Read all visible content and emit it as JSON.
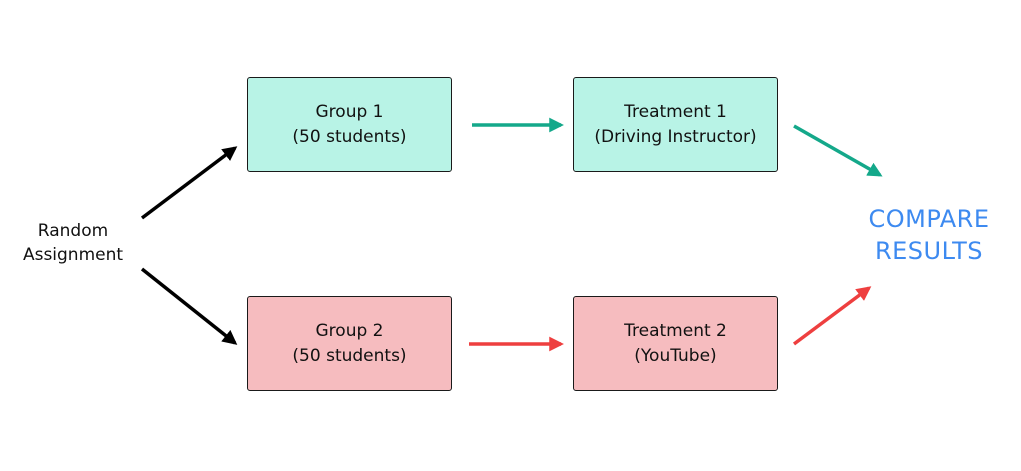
{
  "source": {
    "line1": "Random",
    "line2": "Assignment"
  },
  "groups": [
    {
      "title": "Group 1",
      "subtitle": "(50 students)"
    },
    {
      "title": "Group 2",
      "subtitle": "(50 students)"
    }
  ],
  "treatments": [
    {
      "title": "Treatment 1",
      "subtitle": "(Driving Instructor)"
    },
    {
      "title": "Treatment 2",
      "subtitle": "(YouTube)"
    }
  ],
  "outcome": {
    "line1": "COMPARE",
    "line2": "RESULTS"
  },
  "colors": {
    "group1_fill": "#b8f3e6",
    "group2_fill": "#f6bcbf",
    "teal_arrow": "#14a88a",
    "red_arrow": "#ee3f3f",
    "black_arrow": "#000000",
    "outcome_text": "#3d8af0"
  }
}
